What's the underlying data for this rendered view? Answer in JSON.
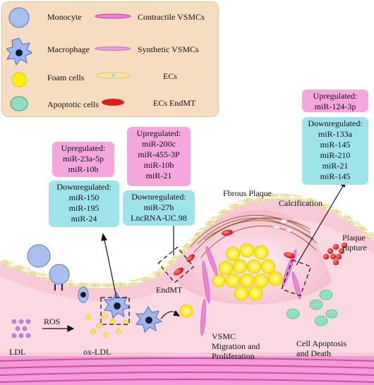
{
  "legend": {
    "monocyte": "Monocyte",
    "macrophage": "Macrophage",
    "foam_cells": "Foam cells",
    "apoptotic_cells": "Apoptotic cells",
    "contractile_vsmcs": "Contractile VSMCs",
    "synthetic_vsmcs": "Synthetic VSMCs",
    "ecs": "ECs",
    "ecs_endmt": "ECs EndMT"
  },
  "box1": {
    "up_title": "Upregulated:",
    "up_items": [
      "miR-23a-5p",
      "miR-10b"
    ],
    "down_title": "Downregulated:",
    "down_items": [
      "miR-150",
      "miR-195",
      "miR-24"
    ]
  },
  "box2": {
    "up_title": "Upregulated:",
    "up_items": [
      "miR-200c",
      "miR-455-3P",
      "miR-10b",
      "miR-21"
    ],
    "down_title": "Downregulated:",
    "down_items": [
      "miR-27b",
      "LncRNA-UC.98"
    ]
  },
  "box3": {
    "up_title": "Upregulated:",
    "up_items": [
      "miR-124-3p"
    ],
    "down_title": "Downregulated:",
    "down_items": [
      "miR-133a",
      "miR-145",
      "miR-210",
      "miR-21",
      "miR-145"
    ]
  },
  "labels": {
    "fibrous_plaque": "Fbrous Plaque",
    "calcification": "Calcification",
    "plaque_rupture": "Plaque\nrupture",
    "endmt": "EndMT",
    "ldl": "LDL",
    "ros": "ROS",
    "ox_ldl": "ox-LDL",
    "vsmc_migration": "VSMC\nMigration and\nProliferation",
    "cell_apoptosis": "Cell Apoptosis\nand Death"
  },
  "colors": {
    "legend_bg": "#f6dcc0",
    "upregulated_box": "#f4a6dd",
    "downregulated_box": "#9ee3ea",
    "vessel_wall": "#f7c9d6",
    "foam_cell": "#fff200",
    "endothelium": "#f2e89c"
  }
}
